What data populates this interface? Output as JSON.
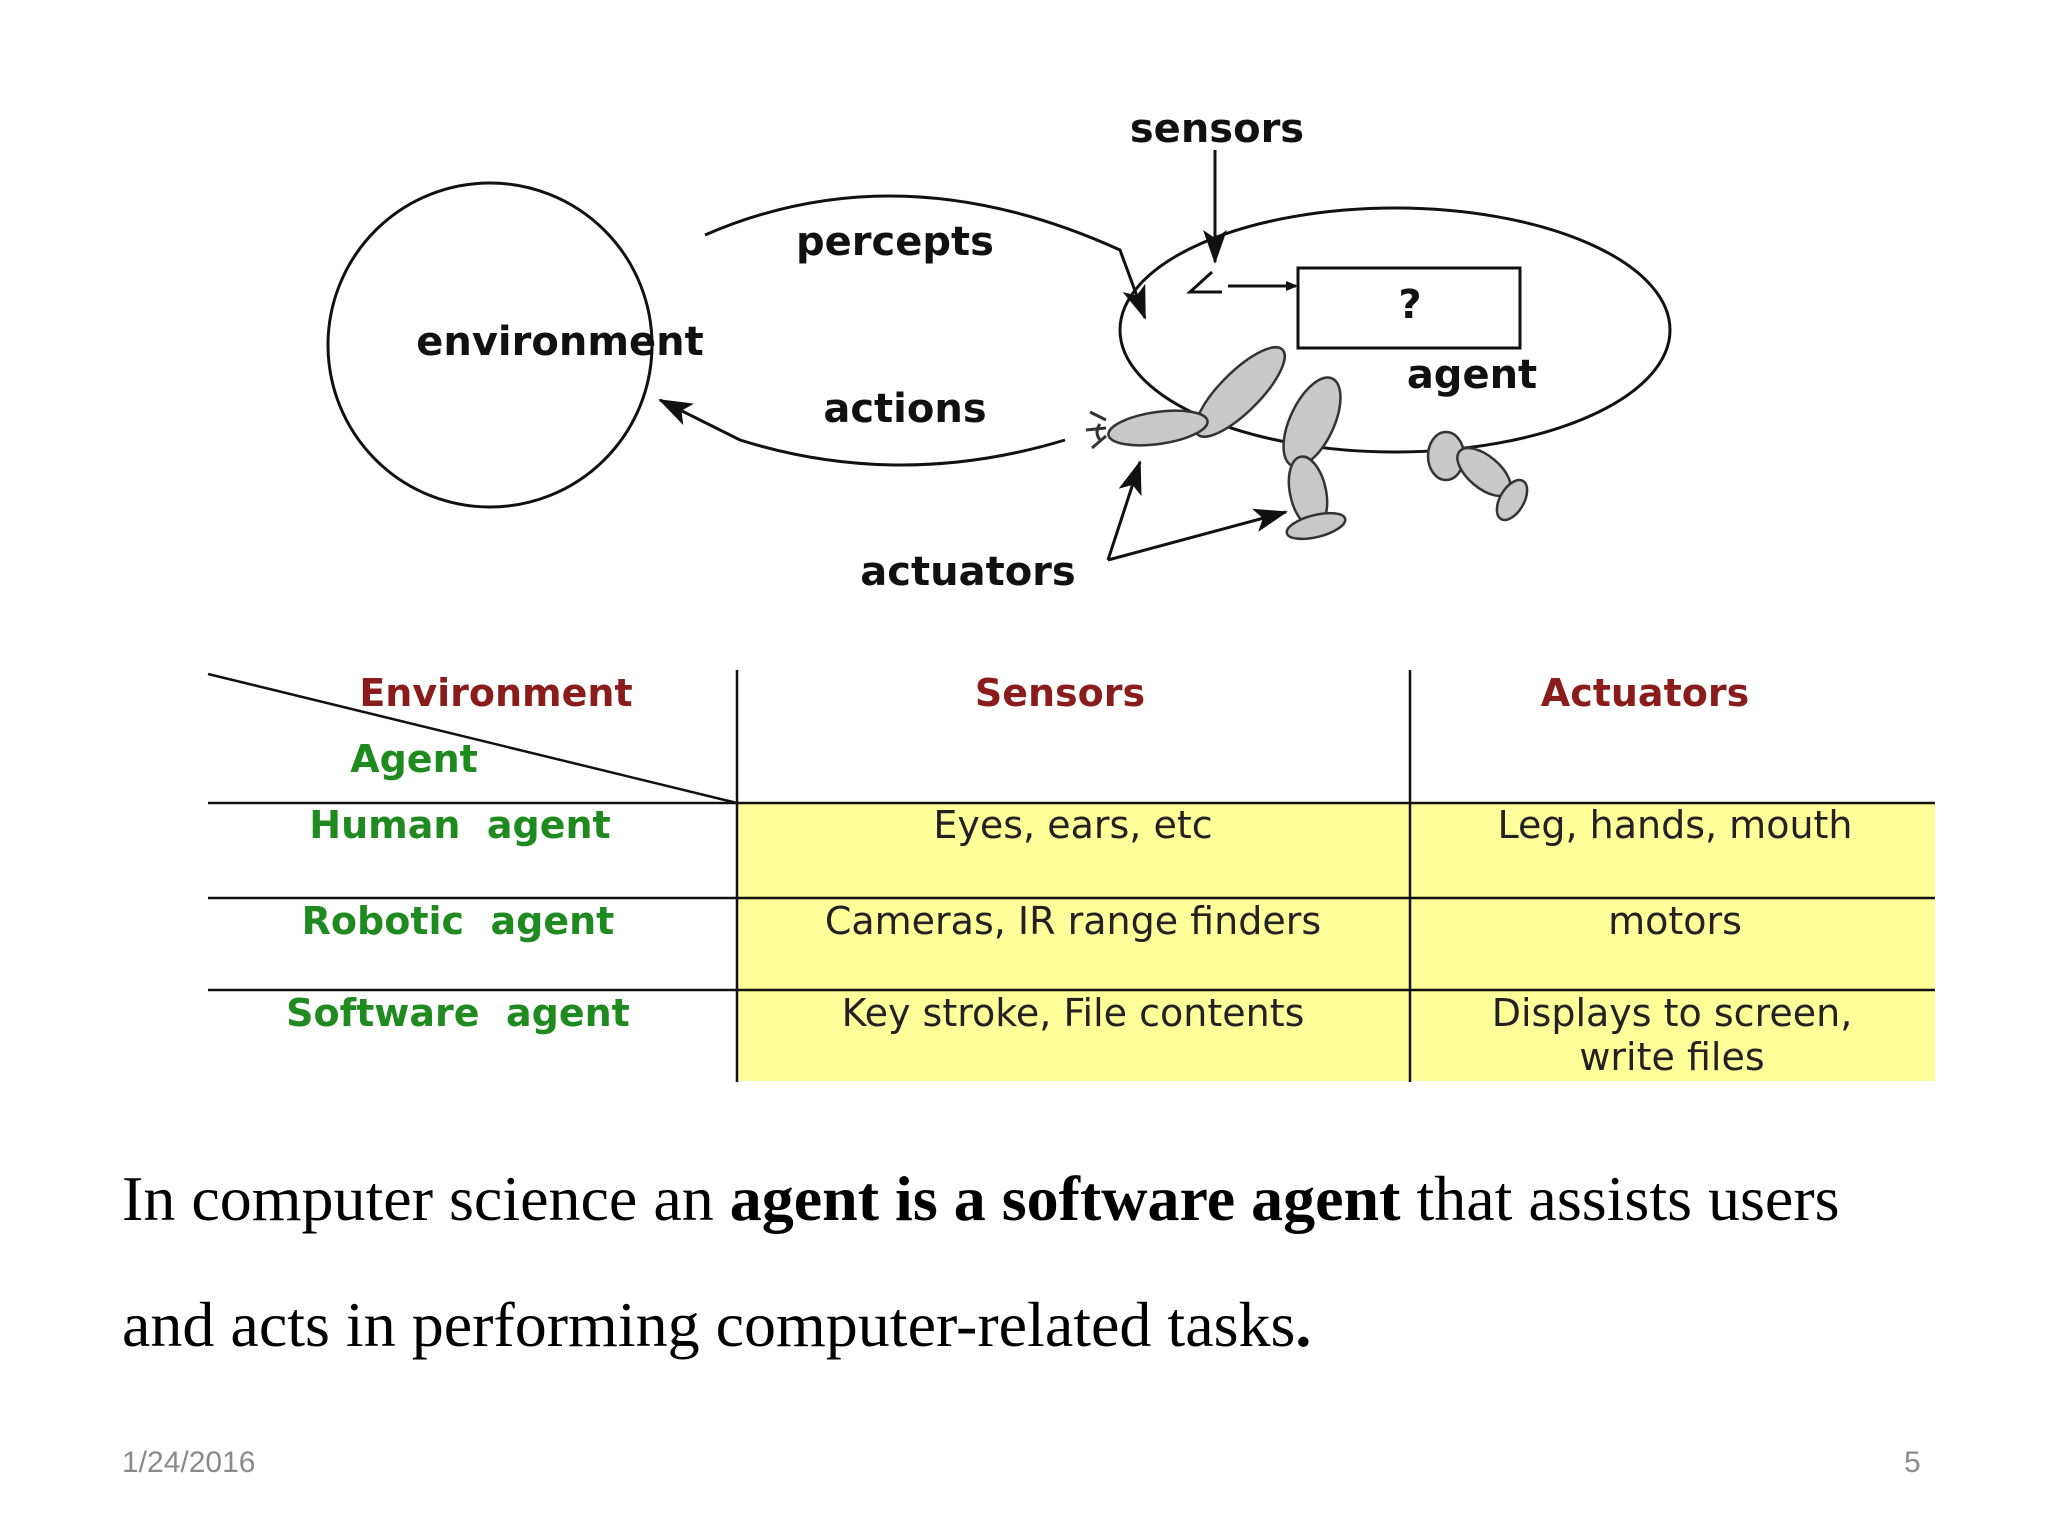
{
  "diagram": {
    "labels": {
      "sensors": "sensors",
      "percepts": "percepts",
      "environment": "environment",
      "actions": "actions",
      "agent": "agent",
      "unknown": "?",
      "actuators": "actuators"
    }
  },
  "table": {
    "header": {
      "corner_top": "Environment",
      "corner_bottom": "Agent",
      "col1": "Sensors",
      "col2": "Actuators"
    },
    "rows": [
      {
        "agent": "Human  agent",
        "sensors": "Eyes, ears, etc",
        "actuators": [
          "Leg, hands, mouth"
        ]
      },
      {
        "agent": "Robotic  agent",
        "sensors": "Cameras, IR range finders",
        "actuators": [
          "motors"
        ]
      },
      {
        "agent": "Software  agent",
        "sensors": "Key stroke, File contents",
        "actuators": [
          "Displays to screen,",
          "write files"
        ]
      }
    ],
    "colors": {
      "cell_fill": "#ffff99",
      "header_red": "#8a1c1c",
      "agent_green": "#1f8a1f"
    }
  },
  "body": {
    "line1_pre": "In computer science an ",
    "line1_bold": "agent is a software agent",
    "line1_post": " that assists users",
    "line2": "and acts in performing computer-related tasks",
    "line2_end": "."
  },
  "footer": {
    "date": "1/24/2016",
    "page": "5"
  }
}
